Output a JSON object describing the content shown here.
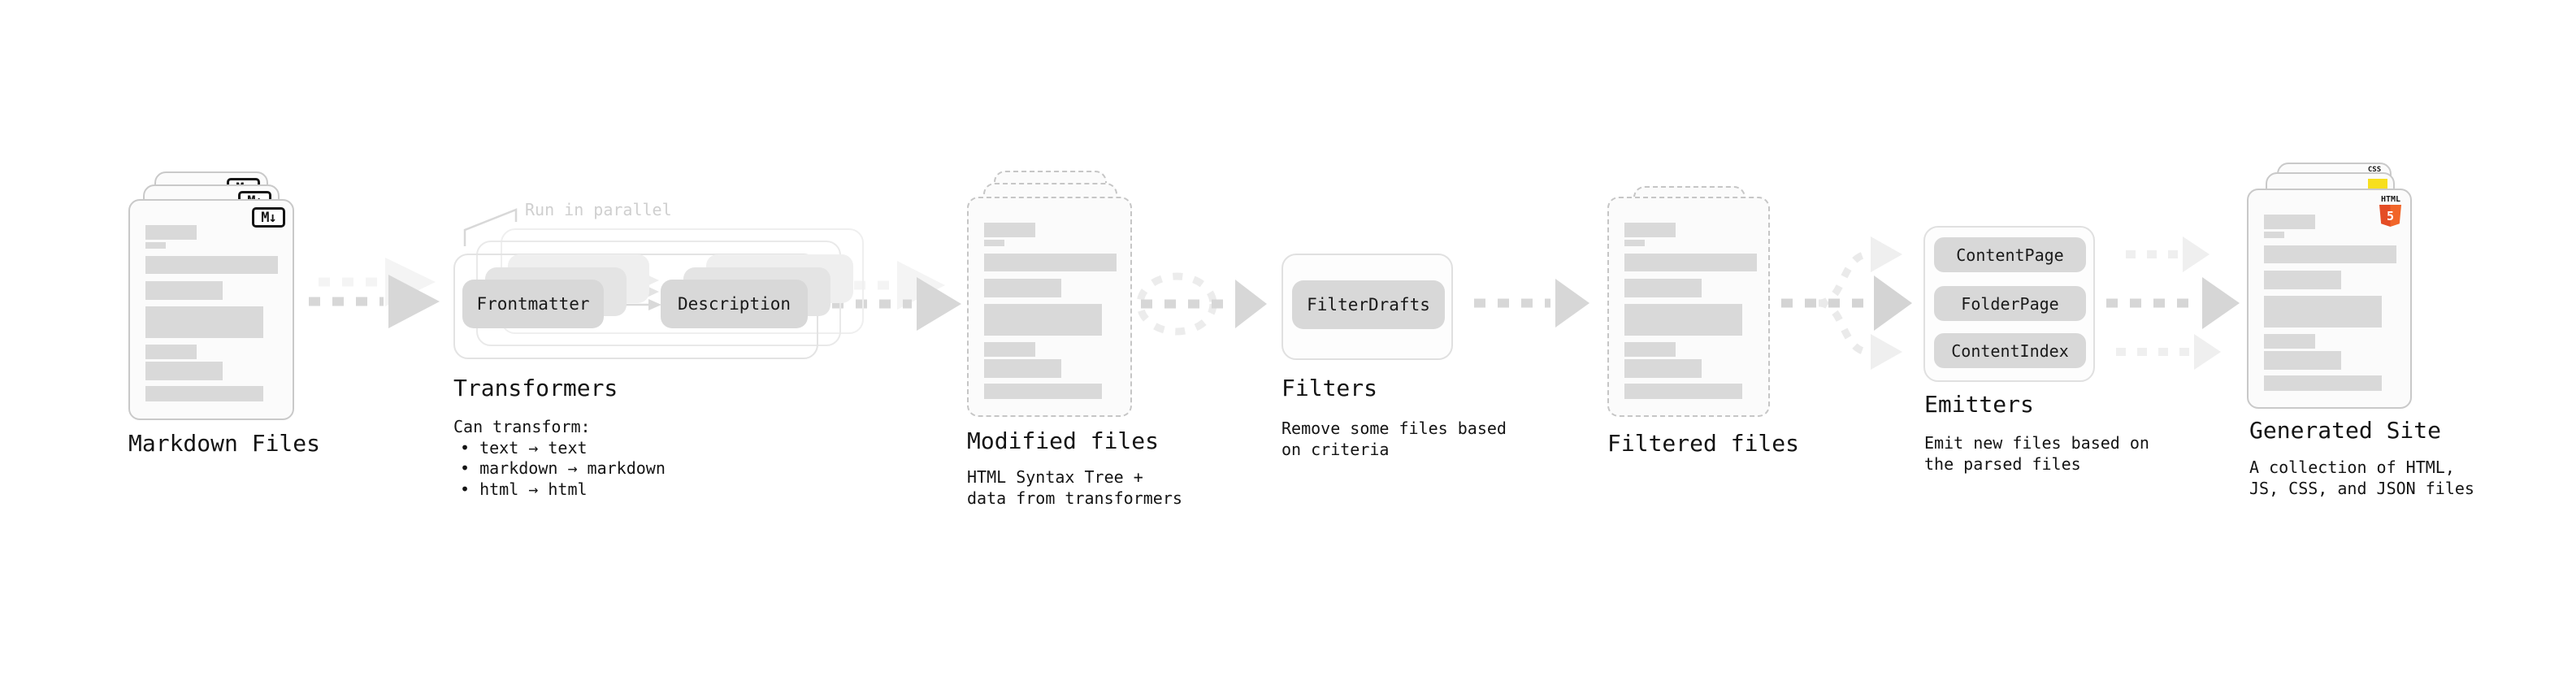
{
  "stages": {
    "markdown": {
      "title": "Markdown Files",
      "badge": "M↓"
    },
    "transformers": {
      "title": "Transformers",
      "note": "Run in parallel",
      "pill_left": "Frontmatter",
      "pill_right": "Description",
      "desc_heading": "Can transform:",
      "bullets": [
        "• text → text",
        "• markdown → markdown",
        "• html → html"
      ]
    },
    "modified": {
      "title": "Modified files",
      "desc": [
        "HTML Syntax Tree +",
        "data from transformers"
      ]
    },
    "filters": {
      "title": "Filters",
      "pill": "FilterDrafts",
      "desc": [
        "Remove some files based",
        "on criteria"
      ]
    },
    "filtered": {
      "title": "Filtered files"
    },
    "emitters": {
      "title": "Emitters",
      "pills": [
        "ContentPage",
        "FolderPage",
        "ContentIndex"
      ],
      "desc": [
        "Emit new files based on",
        "the parsed files"
      ]
    },
    "generated": {
      "title": "Generated Site",
      "desc": [
        "A collection of HTML,",
        "JS, CSS, and JSON files"
      ],
      "css_badge": "CSS",
      "html_badge": "HTML",
      "html5_numeral": "5"
    }
  },
  "colors": {
    "doc_border": "#c9c9c9",
    "doc_bg": "#fbfbfb",
    "bar": "#d9d9d9",
    "pill_bg": "#d8d8d8",
    "text": "#141414",
    "faint_note": "#cfcfcf",
    "arrow": "#d7d7d7",
    "arrow_light": "#f3f3f3",
    "html5_orange": "#e44d26",
    "js_yellow": "#f7df1e",
    "css_blue": "#2965f1"
  }
}
